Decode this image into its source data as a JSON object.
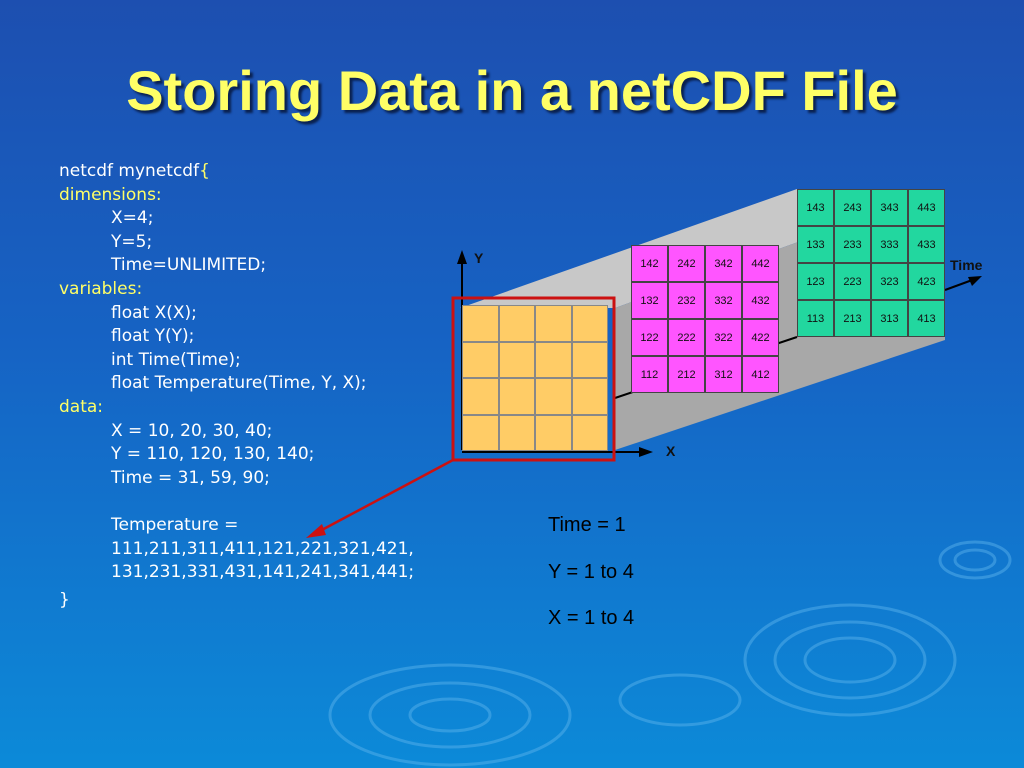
{
  "title": "Storing Data in a netCDF File",
  "code": {
    "line1_a": "netcdf mynetcdf",
    "line1_b": "{",
    "dimensions": "dimensions:",
    "dim_x": "X=4;",
    "dim_y": "Y=5;",
    "dim_time": "Time=UNLIMITED;",
    "variables": "variables:",
    "var_x": "float X(X);",
    "var_y": "float Y(Y);",
    "var_time": "int Time(Time);",
    "var_temp": "float Temperature(Time, Y, X);",
    "data": "data:",
    "data_x": "X = 10, 20, 30, 40;",
    "data_y": "Y = 110, 120, 130, 140;",
    "data_time": "Time = 31, 59, 90;",
    "temp_label": "Temperature =",
    "temp_values_1": "111,211,311,411,121,221,321,421,",
    "temp_values_2": "131,231,331,431,141,241,341,441;",
    "close": "}"
  },
  "diagram": {
    "axis_y": "Y",
    "axis_x": "X",
    "axis_time": "Time",
    "green_grid": [
      "143",
      "243",
      "343",
      "443",
      "133",
      "233",
      "333",
      "433",
      "123",
      "223",
      "323",
      "423",
      "113",
      "213",
      "313",
      "413"
    ],
    "pink_grid": [
      "142",
      "242",
      "342",
      "442",
      "132",
      "232",
      "332",
      "432",
      "122",
      "222",
      "322",
      "422",
      "112",
      "212",
      "312",
      "412"
    ],
    "orange_grid": [
      "",
      "",
      "",
      "",
      "",
      "",
      "",
      "",
      "",
      "",
      "",
      "",
      "",
      "",
      "",
      ""
    ],
    "colors": {
      "green": "#22d79f",
      "pink": "#ff55ff",
      "orange": "#ffcc66",
      "highlight": "#cc1111"
    }
  },
  "info": {
    "time": "Time = 1",
    "y_range": "Y = 1 to 4",
    "x_range": "X = 1 to 4"
  }
}
